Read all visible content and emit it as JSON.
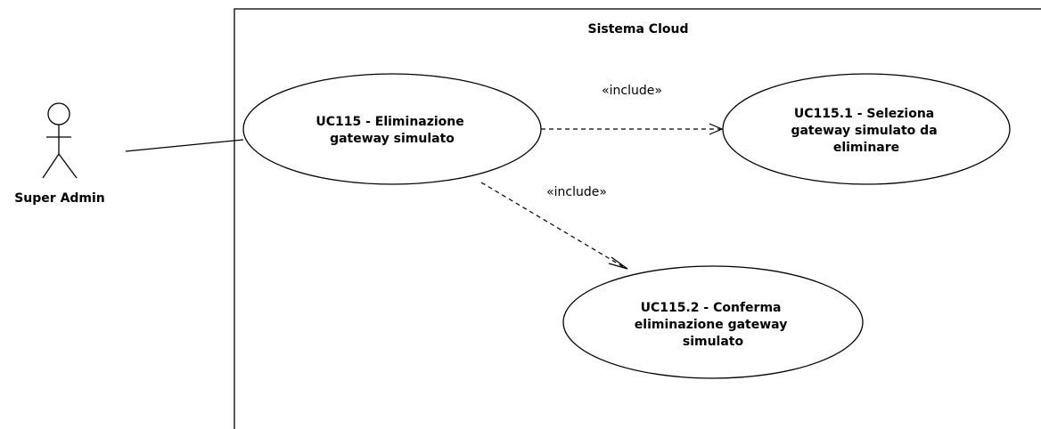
{
  "system": {
    "title": "Sistema Cloud"
  },
  "actor": {
    "name": "Super Admin"
  },
  "use_cases": {
    "uc115": {
      "lines": [
        "UC115 - Eliminazione",
        "gateway simulato"
      ]
    },
    "uc115_1": {
      "lines": [
        "UC115.1 - Seleziona",
        "gateway simulato da",
        "eliminare"
      ]
    },
    "uc115_2": {
      "lines": [
        "UC115.2 - Conferma",
        "eliminazione gateway",
        "simulato"
      ]
    }
  },
  "relations": {
    "include_1": "«include»",
    "include_2": "«include»"
  }
}
